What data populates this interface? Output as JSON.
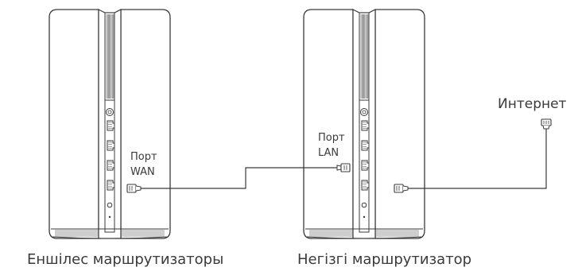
{
  "routers": [
    {
      "id": "secondary",
      "caption": "Еншілес маршрутизаторы",
      "port_label": [
        "Порт",
        "WAN"
      ]
    },
    {
      "id": "main",
      "caption": "Негізгі маршрутизатор",
      "port_label": [
        "Порт",
        "LAN"
      ]
    }
  ],
  "internet_label": "Интернет",
  "colors": {
    "stroke": "#3a3a3a",
    "fill": "#ffffff"
  },
  "icons": [
    "power-button-icon",
    "ethernet-port-icon",
    "reset-hole-icon",
    "rj45-plug-icon"
  ]
}
